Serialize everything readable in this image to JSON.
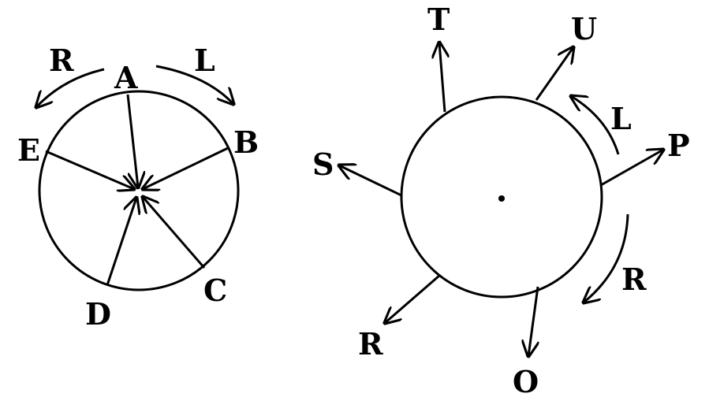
{
  "left_figure": {
    "labels": {
      "a": "A",
      "b": "B",
      "c": "C",
      "d": "D",
      "e": "E"
    },
    "rotation_labels": {
      "left": "L",
      "right": "R"
    }
  },
  "right_figure": {
    "labels": {
      "t": "T",
      "u": "U",
      "p": "P",
      "o": "O",
      "r": "R",
      "s": "S"
    },
    "rotation_labels": {
      "left": "L",
      "right": "R"
    }
  }
}
